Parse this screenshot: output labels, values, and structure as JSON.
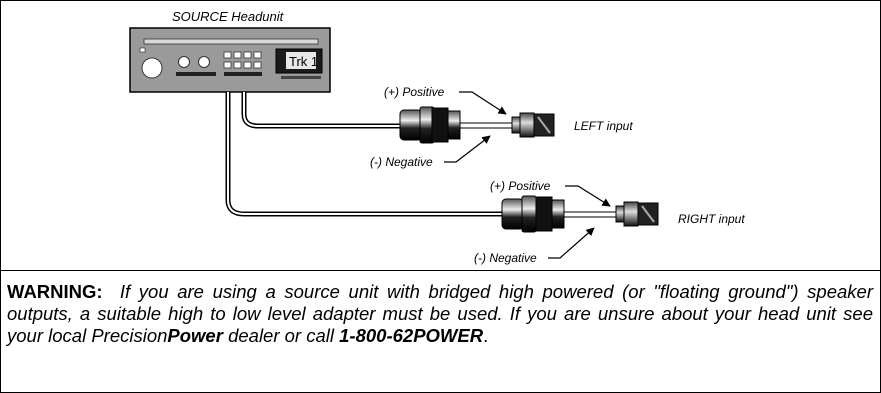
{
  "diagram": {
    "headunit_title": "SOURCE Headunit",
    "display_text": "Trk 1",
    "left_positive": "(+) Positive",
    "left_negative": "(-) Negative",
    "left_input": "LEFT input",
    "right_positive": "(+) Positive",
    "right_negative": "(-) Negative",
    "right_input": "RIGHT input"
  },
  "warning": {
    "heading": "WARNING:",
    "body": "If you are using a source unit with bridged high powered (or \"floating ground\") speaker outputs, a suitable high to low level adapter must be used. If you are unsure about your head unit see your local Precision",
    "brand": "Power",
    "body_after": " dealer or call ",
    "phone": "1-800-62POWER",
    "end": "."
  }
}
